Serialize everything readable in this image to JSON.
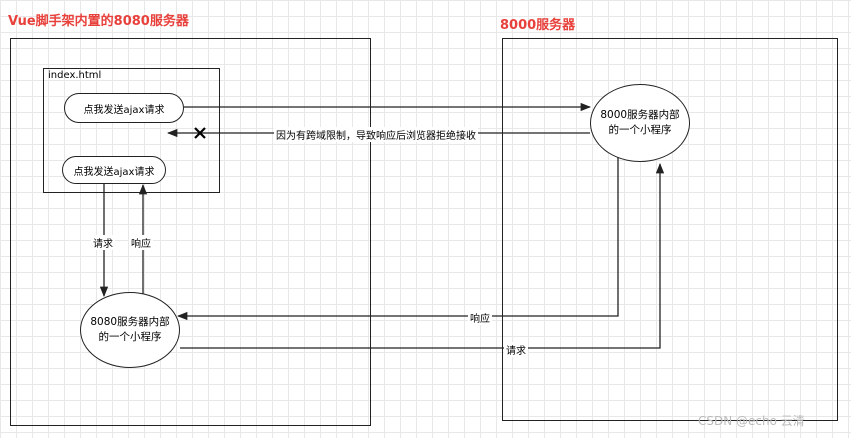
{
  "titles": {
    "vue_scaffold": "Vue脚手架内置的8080服务器",
    "server_8000": "8000服务器"
  },
  "index_box": {
    "label": "index.html",
    "button_top": "点我发送ajax请求",
    "button_bottom": "点我发送ajax请求"
  },
  "server_8000_program": {
    "line1": "8000服务器内部",
    "line2": "的一个小程序"
  },
  "server_8080_program": {
    "line1": "8080服务器内部",
    "line2": "的一个小程序"
  },
  "labels": {
    "rejected": "因为有跨域限制，导致响应后浏览器拒绝接收",
    "request_left": "请求",
    "response_left": "响应",
    "response_bottom": "响应",
    "request_bottom": "请求"
  },
  "watermark": "CSDN @echo 云清",
  "colors": {
    "title": "#e8413c",
    "line": "#222222",
    "grid": "#e8e8e8"
  }
}
